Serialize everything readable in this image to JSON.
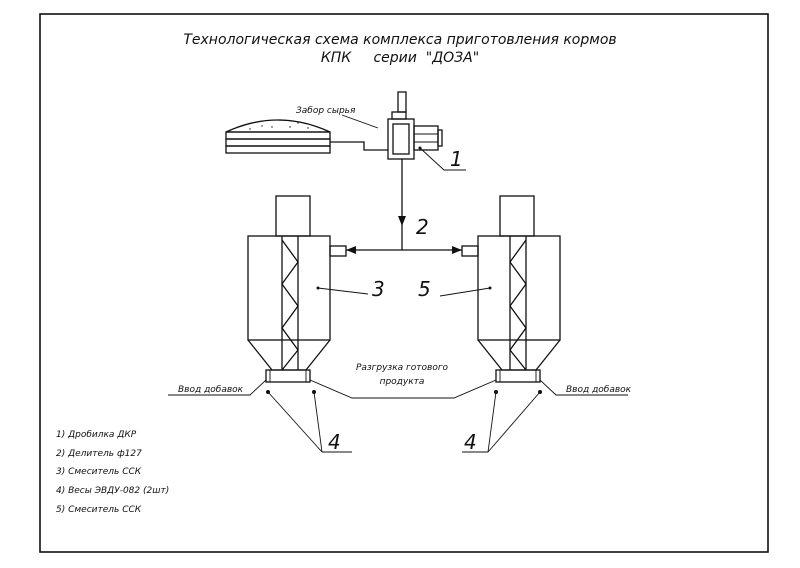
{
  "title": {
    "line1": "Технологическая схема комплекса приготовления кормов",
    "line2": "КПК     серии  \"ДОЗА\""
  },
  "labels": {
    "raw_intake": "Забор сырья",
    "unload_line1": "Разгрузка готового",
    "unload_line2": "продукта",
    "additives_left": "Ввод добавок",
    "additives_right": "Ввод добавок"
  },
  "callouts": {
    "c1": "1",
    "c2": "2",
    "c3": "3",
    "c5": "5",
    "c4_left": "4",
    "c4_right": "4"
  },
  "legend": [
    "1) Дробилка ДКР",
    "2) Делитель ф127",
    "3) Смеситель ССК",
    "4) Весы ЭВДУ-082 (2шт)",
    "5) Смеситель ССК"
  ]
}
